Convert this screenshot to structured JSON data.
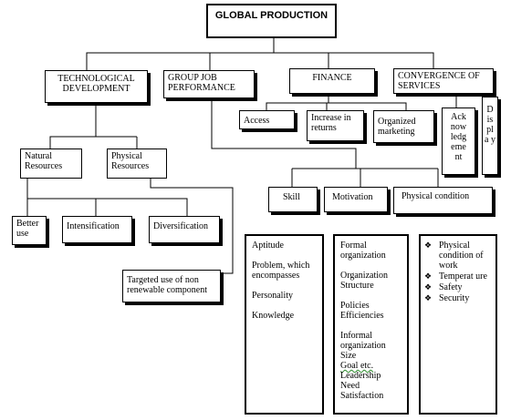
{
  "root": {
    "label": "GLOBAL PRODUCTION"
  },
  "level1": {
    "tech": "TECHNOLOGICAL DEVELOPMENT",
    "group": "GROUP JOB PERFORMANCE",
    "finance": "FINANCE",
    "convergence": "CONVERGENCE OF SERVICES"
  },
  "tech_children": {
    "natural": "Natural Resources",
    "physical": "Physical Resources",
    "better_use": "Better use",
    "intensification": "Intensification",
    "diversification": "Diversification",
    "targeted": "Targeted use of non renewable component"
  },
  "finance_children": {
    "access": "Access",
    "returns": "Increase in returns",
    "marketing": "Organized marketing"
  },
  "convergence_children": {
    "ack": "Ack now ledg eme nt",
    "display": "D is pl a y"
  },
  "group_children": {
    "skill": "Skill",
    "motivation": "Motivation",
    "physical_condition": "Physical condition"
  },
  "skill_list": [
    "Aptitude",
    "Problem, which encompasses",
    "Personality",
    "Knowledge"
  ],
  "motivation_list": {
    "a": "Formal organization",
    "b": "Organization Structure",
    "c": "Policies Efficiencies",
    "d": "Informal organization Size",
    "e": "Goal etc.",
    "f": "Leadership Need Satisfaction"
  },
  "condition_list": [
    "Physical condition of work",
    "Temperat ure",
    "Safety",
    "Security"
  ],
  "bullet_glyph": "❖"
}
